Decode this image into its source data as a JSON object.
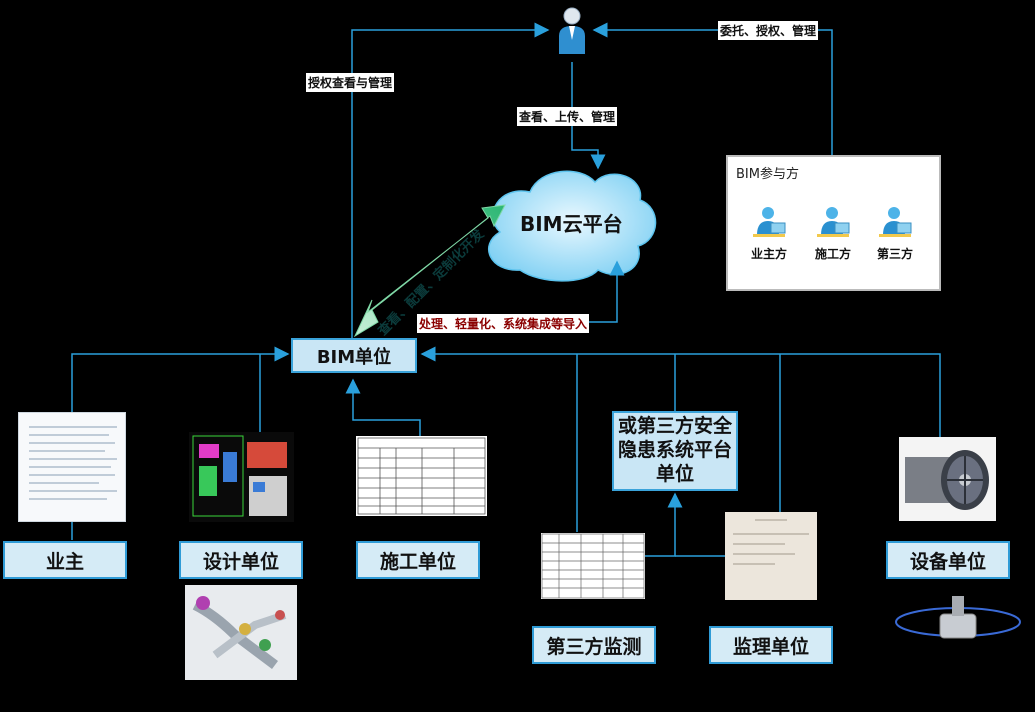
{
  "nodes": {
    "bim_unit": "BIM单位",
    "cloud": "BIM云平台",
    "safety_platform": "或第三方安全\n隐患系统平台\n单位",
    "owner": "业主",
    "design": "设计单位",
    "construction": "施工单位",
    "third_party_monitoring": "第三方监测",
    "supervision": "监理单位",
    "equipment": "设备单位"
  },
  "edge_labels": {
    "authorize_view_manage": "授权查看与管理",
    "delegate_authorize_manage": "委托、授权、管理",
    "view_upload_manage": "查看、上传、管理",
    "view_config_custom": "查看、配置、定制化开发",
    "process_import": "处理、轻量化、系统集成等导入"
  },
  "participants_panel": {
    "title": "BIM参与方",
    "roles": [
      "业主方",
      "施工方",
      "第三方"
    ]
  },
  "colors": {
    "line": "#2aa0dc",
    "box_border": "#2f9bd6",
    "box_fill": "#d5ebf6",
    "cloud_fill": "#9fdcf7",
    "diagonal_arrow": "#2bb673"
  },
  "icons": {
    "top_user": "user-icon",
    "panel_users": "user-computer-icon"
  }
}
